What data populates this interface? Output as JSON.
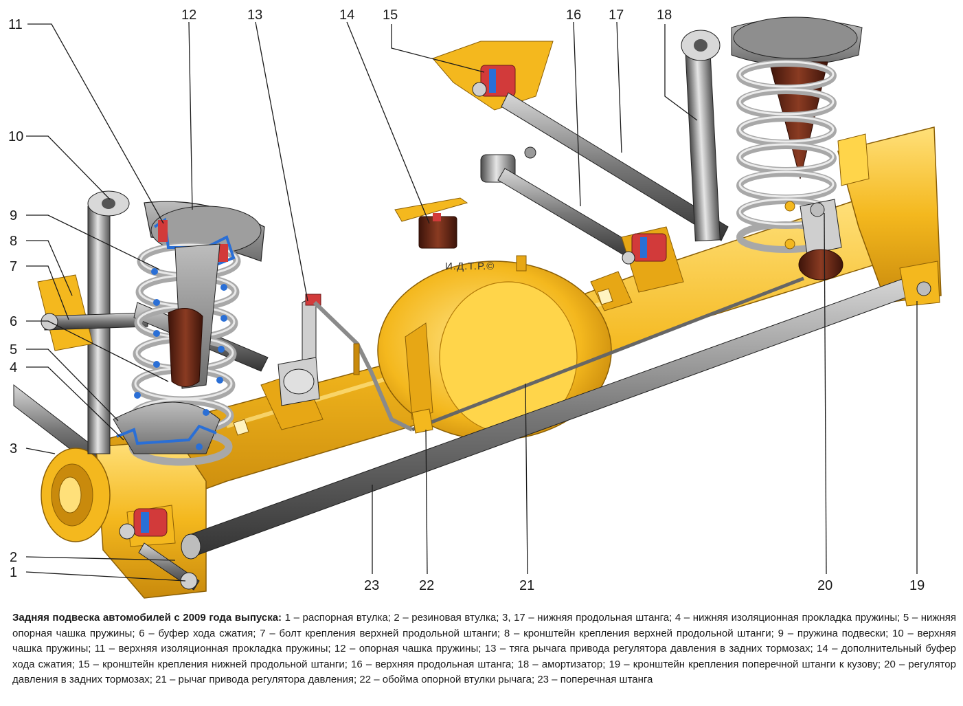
{
  "diagram": {
    "watermark": "И.Д.Т.Р.©",
    "callouts": [
      "1",
      "2",
      "3",
      "4",
      "5",
      "6",
      "7",
      "8",
      "9",
      "10",
      "11",
      "12",
      "13",
      "14",
      "15",
      "16",
      "17",
      "18",
      "19",
      "20",
      "21",
      "22",
      "23"
    ]
  },
  "caption": {
    "title": "Задняя подвеска автомобилей с 2009 года выпуска:",
    "text": " 1 – распорная втулка; 2 – резиновая втулка; 3, 17 – нижняя продольная штанга; 4 – нижняя изоляционная прокладка пружины; 5 – нижняя опорная чашка пружины; 6 – буфер хода сжатия; 7 – болт крепления верхней продольной штанги; 8 – кронштейн крепления верхней продольной штанги; 9 – пружина подвески; 10 – верхняя чашка пружины; 11 – верхняя изоляционная прокладка пружины; 12 – опорная чашка пружины; 13 – тяга рычага привода регулятора давления в задних тормозах; 14 – дополнительный буфер хода сжатия; 15 – кронштейн крепления нижней продольной штанги; 16 – верхняя продольная штанга; 18 – амортизатор; 19 – кронштейн крепления поперечной штанги к кузову; 20 – регулятор давления в задних тормозах; 21 – рычаг привода регулятора давления; 22 – обойма опорной втулки рычага; 23 – поперечная штанга"
  },
  "colors": {
    "axle": "#f2b51c",
    "axle_light": "#ffd54a",
    "axle_dark": "#c98a0c",
    "steel": "#7a7a7a",
    "steel_light": "#d8d8d8",
    "rubber": "#6b2a1a",
    "bushing": "#d23a3a",
    "accent_blue": "#2a6fd6"
  }
}
